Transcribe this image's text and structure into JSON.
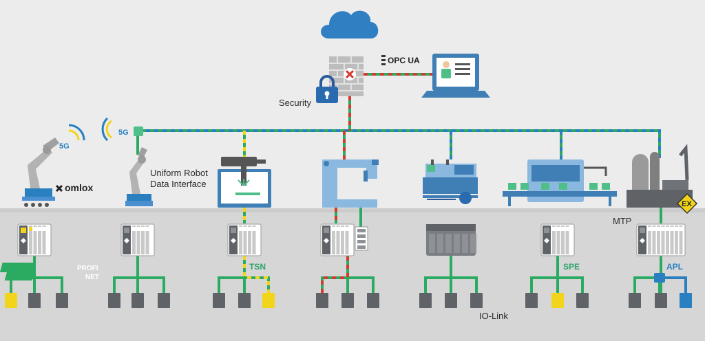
{
  "labels": {
    "opcua": "OPC UA",
    "security": "Security",
    "fiveg_left": "5G",
    "fiveg_hub": "5G",
    "omlox": "omlox",
    "robot_line1": "Uniform Robot",
    "robot_line2": "Data Interface",
    "profinet_line1": "PROFI",
    "profinet_line2": "NET",
    "tsn": "TSN",
    "spe": "SPE",
    "apl": "APL",
    "mtp": "MTP",
    "ex": "EX",
    "iolink": "IO-Link"
  },
  "colors": {
    "background": "#ececec",
    "floor": "#d4d4d4",
    "ethernet": "#2bab62",
    "tsn": "#f2d51b",
    "secure": "#d23a2e",
    "apl": "#2a7fc1",
    "machine": "#8ab8de",
    "machine_dark": "#3f7fb6",
    "cloud": "#2f7fc2",
    "firewall": "#b8b8b8",
    "device_gray": "#5f6368",
    "device_yellow": "#f2d51b"
  },
  "icons": [
    "cloud-icon",
    "firewall-icon",
    "padlock-icon",
    "laptop-icon",
    "robot-arm-icon",
    "wireless-signal-icon",
    "ex-hazard-icon"
  ]
}
